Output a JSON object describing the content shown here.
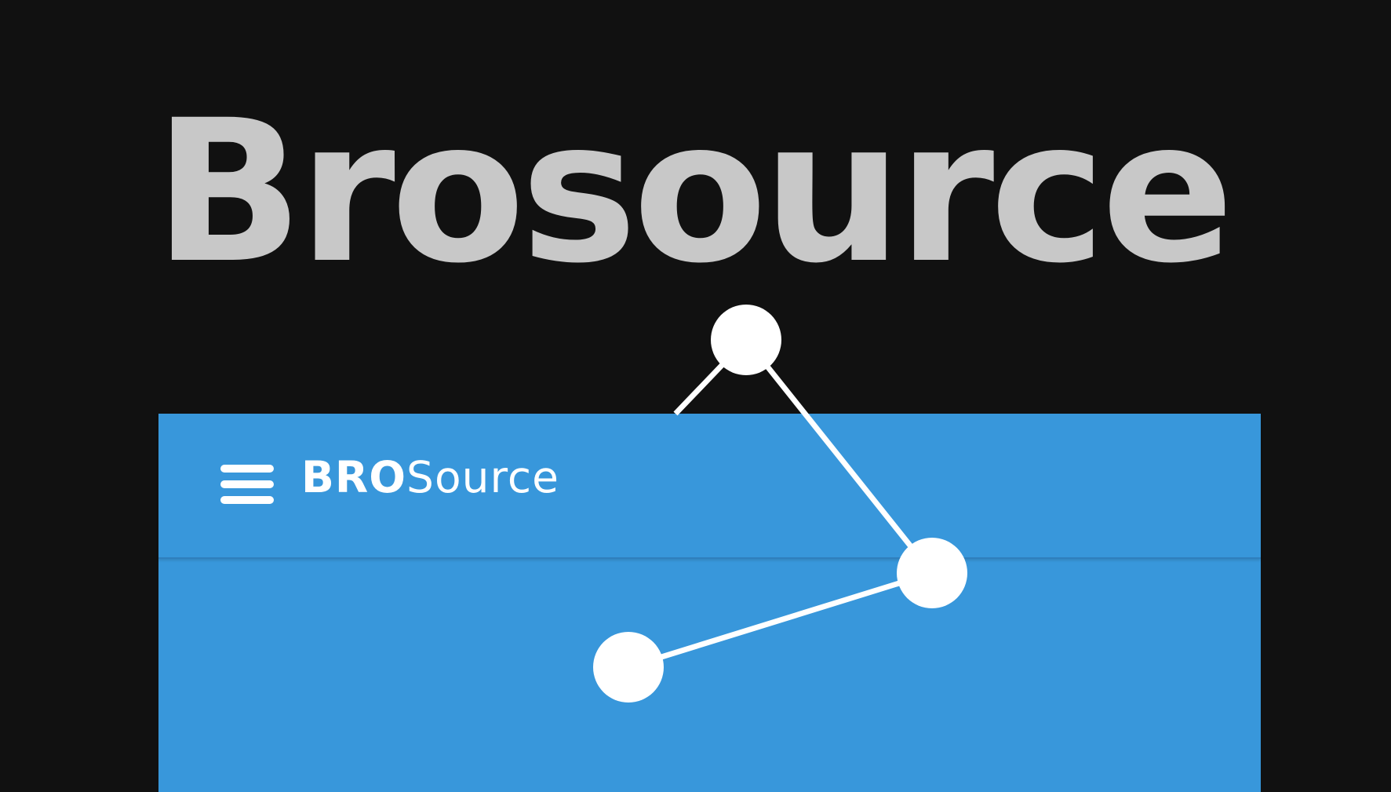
{
  "hero": {
    "title": "Brosource",
    "color": "#c8c8c8"
  },
  "app": {
    "background": "#3897db",
    "header": {
      "menu_icon": "hamburger-menu-icon",
      "logo_bold": "BRO",
      "logo_regular": "Source",
      "foreground": "#ffffff"
    }
  },
  "network_graphic": {
    "icon": "network-graph-icon",
    "color": "#ffffff",
    "node_count": 3
  }
}
